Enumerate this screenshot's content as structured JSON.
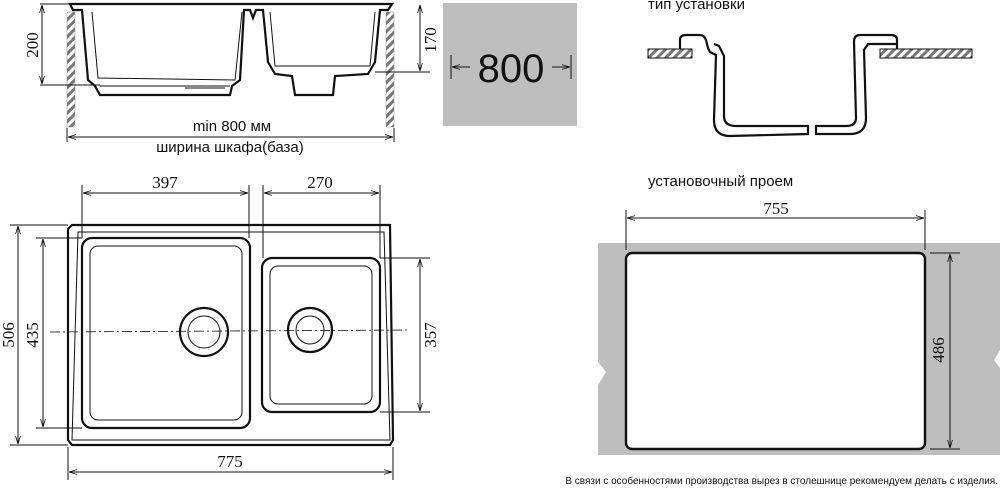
{
  "side_view": {
    "dim_depth_left": "200",
    "dim_depth_right": "170",
    "min_width_label": "min 800 мм",
    "cabinet_width_label": "ширина шкафа(база)"
  },
  "cabinet_badge": {
    "value": "800",
    "color": "#bebebe"
  },
  "install": {
    "type_label": "тип установки",
    "opening_label": "установочный проем",
    "dim_width": "755",
    "dim_height": "486",
    "note": "В связи с особенностями производства вырез в столешнице рекомендуем делать с изделия."
  },
  "top_view": {
    "dim_left_bowl": "397",
    "dim_right_bowl": "270",
    "dim_total_depth": "506",
    "dim_left_bowl_depth": "435",
    "dim_right_bowl_depth": "357",
    "dim_total_width": "775"
  }
}
